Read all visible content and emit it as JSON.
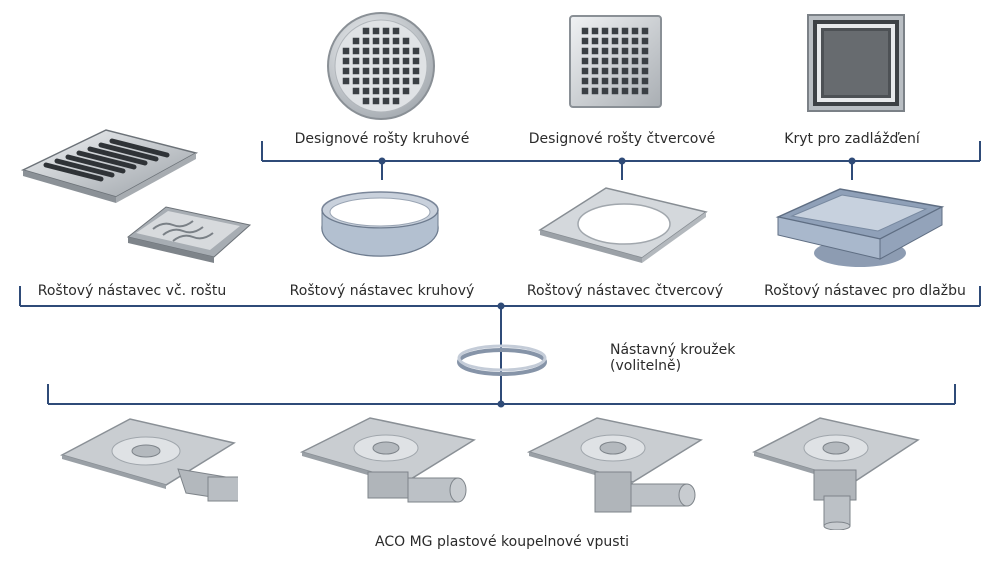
{
  "colors": {
    "line": "#2f4b78",
    "metal_light": "#e6e9ec",
    "metal_dark": "#8a9096",
    "text": "#2b2b2b"
  },
  "top_row": [
    {
      "label": "Designové rošty kruhové",
      "icon": "round-grate-icon"
    },
    {
      "label": "Designové rošty čtvercové",
      "icon": "square-grate-icon"
    },
    {
      "label": "Kryt pro zadlážďení",
      "icon": "tile-cover-icon"
    }
  ],
  "middle_row": [
    {
      "label": "Roštový nástavec vč. roštu",
      "icon": "grate-attachment-with-grate-icon"
    },
    {
      "label": "Roštový nástavec kruhový",
      "icon": "round-attachment-icon"
    },
    {
      "label": "Roštový nástavec čtvercový",
      "icon": "square-attachment-icon"
    },
    {
      "label": "Roštový nástavec pro dlažbu",
      "icon": "tile-attachment-icon"
    }
  ],
  "ring": {
    "label_line1": "Nástavný kroužek",
    "label_line2": "(volitelně)",
    "icon": "extension-ring-icon"
  },
  "bottom_row": {
    "label": "ACO MG plastové koupelnové vpusti",
    "icons": [
      "drain-body-1-icon",
      "drain-body-2-icon",
      "drain-body-3-icon",
      "drain-body-4-icon"
    ]
  }
}
